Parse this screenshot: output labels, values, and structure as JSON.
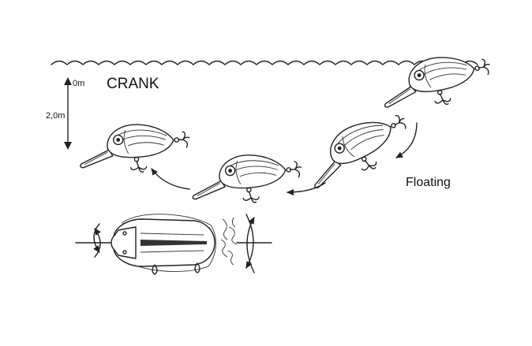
{
  "title": "CRANK",
  "depth": {
    "top_label": "0m",
    "bottom_label": "2,0m"
  },
  "mode_label": "Floating",
  "icons": {
    "surface": "water-surface-wave",
    "lure": "crankbait-lure",
    "top_view": "lure-top-view-wobble"
  }
}
